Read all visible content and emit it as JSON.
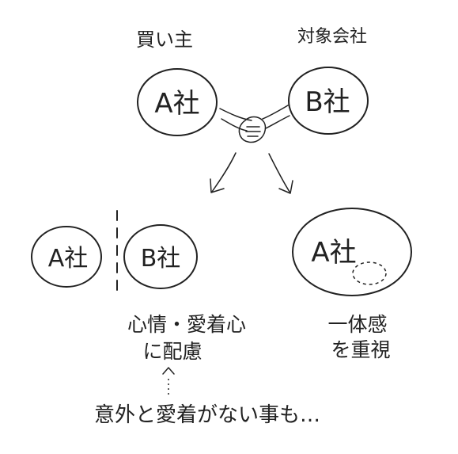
{
  "labels": {
    "buyer": "買い主",
    "target": "対象会社"
  },
  "companies": {
    "a_top": "A社",
    "b_top": "B社",
    "a_left": "A社",
    "b_left": "B社",
    "a_merged": "A社"
  },
  "left_outcome": {
    "line1": "心情・愛着心",
    "line2": "に配慮"
  },
  "right_outcome": {
    "line1": "一体感",
    "line2": "を重視"
  },
  "bottom_note": "意外と愛着がない事も…"
}
